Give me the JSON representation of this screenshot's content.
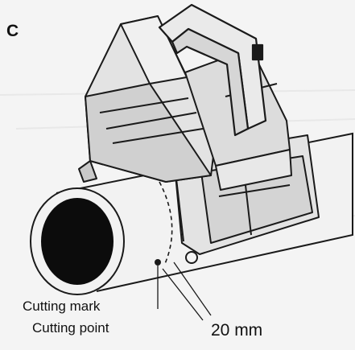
{
  "figure": {
    "letter": "C",
    "labels": {
      "cutting_mark": "Cutting mark",
      "cutting_point": "Cutting point",
      "distance": "20 mm"
    }
  },
  "colors": {
    "background": "#f4f4f4",
    "line": "#1a1a1a",
    "body_fill": "#e3e3e3",
    "shade_fill": "#c9c9c9",
    "pipe_interior": "#0c0c0c"
  }
}
